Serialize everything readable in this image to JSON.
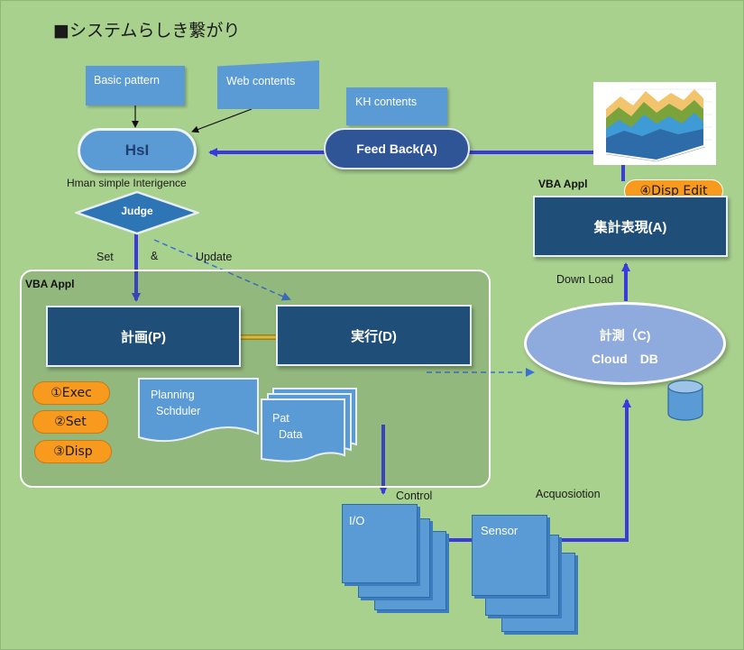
{
  "title": "■システムらしき繋がり",
  "notes": {
    "basic_pattern": "Basic pattern",
    "web_contents": "Web contents",
    "kh_contents": "KH contents"
  },
  "hsi": {
    "label": "HsI",
    "caption": "Hman simple Interigence"
  },
  "feedback": "Feed Back(A)",
  "judge": "Judge",
  "labels": {
    "set": "Set",
    "amp": "&",
    "update": "Update",
    "download": "Down Load",
    "control": "Control",
    "acquisition": "Acquosiotion"
  },
  "vba_left": "VBA Appl",
  "vba_right": "VBA Appl",
  "plan": "計画(P)",
  "exec": "実行(D)",
  "aggregate": "集計表現(A)",
  "cloud": {
    "line1": "計測（C)",
    "line2": "Cloud　DB"
  },
  "pills": {
    "exec": "①Exec",
    "set": "②Set",
    "disp": "③Disp",
    "disp_edit": "④Disp Edit"
  },
  "planning": {
    "line1": "Planning",
    "line2": "Schduler"
  },
  "pat": {
    "line1": "Pat",
    "line2": "Data"
  },
  "io": "I/O",
  "sensor": "Sensor",
  "colors": {
    "background": "#a9d18e",
    "navy": "#1f4e79",
    "blue": "#5b9bd5",
    "arrow": "#3a3ae0",
    "orange": "#f79a1e"
  }
}
